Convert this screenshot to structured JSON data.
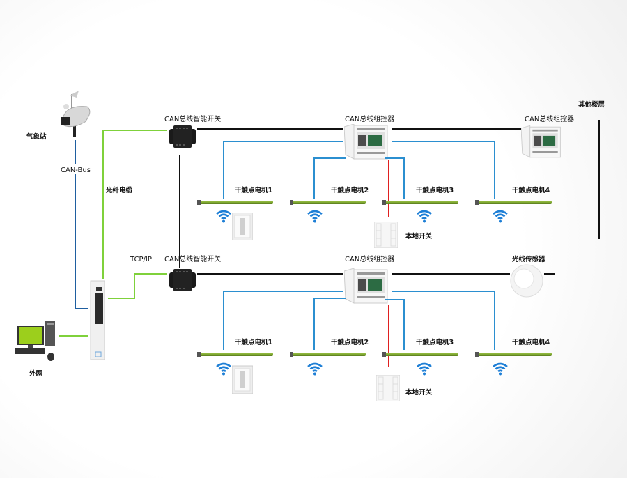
{
  "labels": {
    "weather_station": "气象站",
    "can_bus": "CAN-Bus",
    "fiber_cable": "光纤电缆",
    "tcp_ip": "TCP/IP",
    "external_network": "外网",
    "other_floors": "其他楼层",
    "can_switch_top": "CAN总线智能开关",
    "can_switch_bottom": "CAN总线智能开关",
    "controller_top_1": "CAN总线组控器",
    "controller_top_2": "CAN总线组控器",
    "controller_bottom": "CAN总线组控器",
    "light_sensor": "光线传感器",
    "local_switch_top": "本地开关",
    "local_switch_bottom": "本地开关"
  },
  "motors_top": [
    "干触点电机1",
    "干触点电机2",
    "干触点电机3",
    "干触点电机4"
  ],
  "motors_bottom": [
    "干触点电机1",
    "干触点电机2",
    "干触点电机3",
    "干触点电机4"
  ],
  "colors": {
    "can_bus_line": "#1f5fa0",
    "fiber_line": "#7fd13b",
    "control_line": "#2b8fd0",
    "local_line": "#e02020",
    "backbone_line": "#111111",
    "motor": "#7fa832",
    "wifi": "#1e7fd6"
  }
}
